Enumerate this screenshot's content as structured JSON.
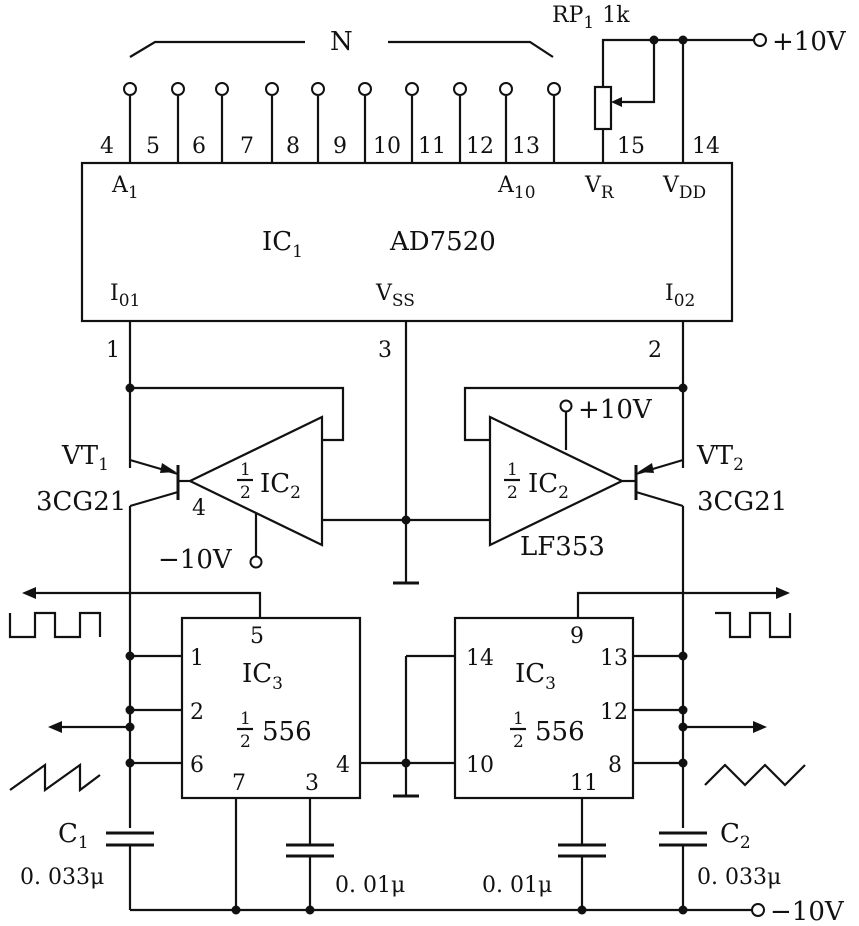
{
  "ic1": {
    "name_main": "IC",
    "name_sub": "1",
    "part": "AD7520",
    "pin_labels": {
      "a1_main": "A",
      "a1_sub": "1",
      "a10_main": "A",
      "a10_sub": "10",
      "vr_main": "V",
      "vr_sub": "R",
      "vdd_main": "V",
      "vdd_sub": "DD",
      "io1_main": "I",
      "io1_sub": "01",
      "vss_main": "V",
      "vss_sub": "SS",
      "io2_main": "I",
      "io2_sub": "02"
    },
    "top_pins": [
      "4",
      "5",
      "6",
      "7",
      "8",
      "9",
      "10",
      "11",
      "12",
      "13",
      "15",
      "14"
    ],
    "bottom_pins": [
      "1",
      "3",
      "2"
    ],
    "bus_label": "N"
  },
  "rp1": {
    "name_main": "RP",
    "name_sub": "1",
    "value": "1k"
  },
  "supply": {
    "pos": "+10V",
    "neg": "−10V"
  },
  "vt1": {
    "name_main": "VT",
    "name_sub": "1",
    "part": "3CG21"
  },
  "vt2": {
    "name_main": "VT",
    "name_sub": "2",
    "part": "3CG21"
  },
  "ic2": {
    "half_num": "1",
    "half_den": "2",
    "name_main": "IC",
    "name_sub": "2",
    "part": "LF353",
    "pin4": "4",
    "pos_supply": "+10V",
    "neg_supply": "−10V"
  },
  "ic3_left": {
    "name_main": "IC",
    "name_sub": "3",
    "half_num": "1",
    "half_den": "2",
    "part": "556",
    "pins": {
      "p5": "5",
      "p1": "1",
      "p2": "2",
      "p6": "6",
      "p4": "4",
      "p7": "7",
      "p3": "3"
    }
  },
  "ic3_right": {
    "name_main": "IC",
    "name_sub": "3",
    "half_num": "1",
    "half_den": "2",
    "part": "556",
    "pins": {
      "p9": "9",
      "p14": "14",
      "p10": "10",
      "p13": "13",
      "p12": "12",
      "p8": "8",
      "p11": "11"
    }
  },
  "caps": {
    "c1_main": "C",
    "c1_sub": "1",
    "c1_value": "0. 033μ",
    "c2_main": "C",
    "c2_sub": "2",
    "c2_value": "0. 033μ",
    "c3_value": "0. 01μ",
    "c4_value": "0. 01μ"
  }
}
